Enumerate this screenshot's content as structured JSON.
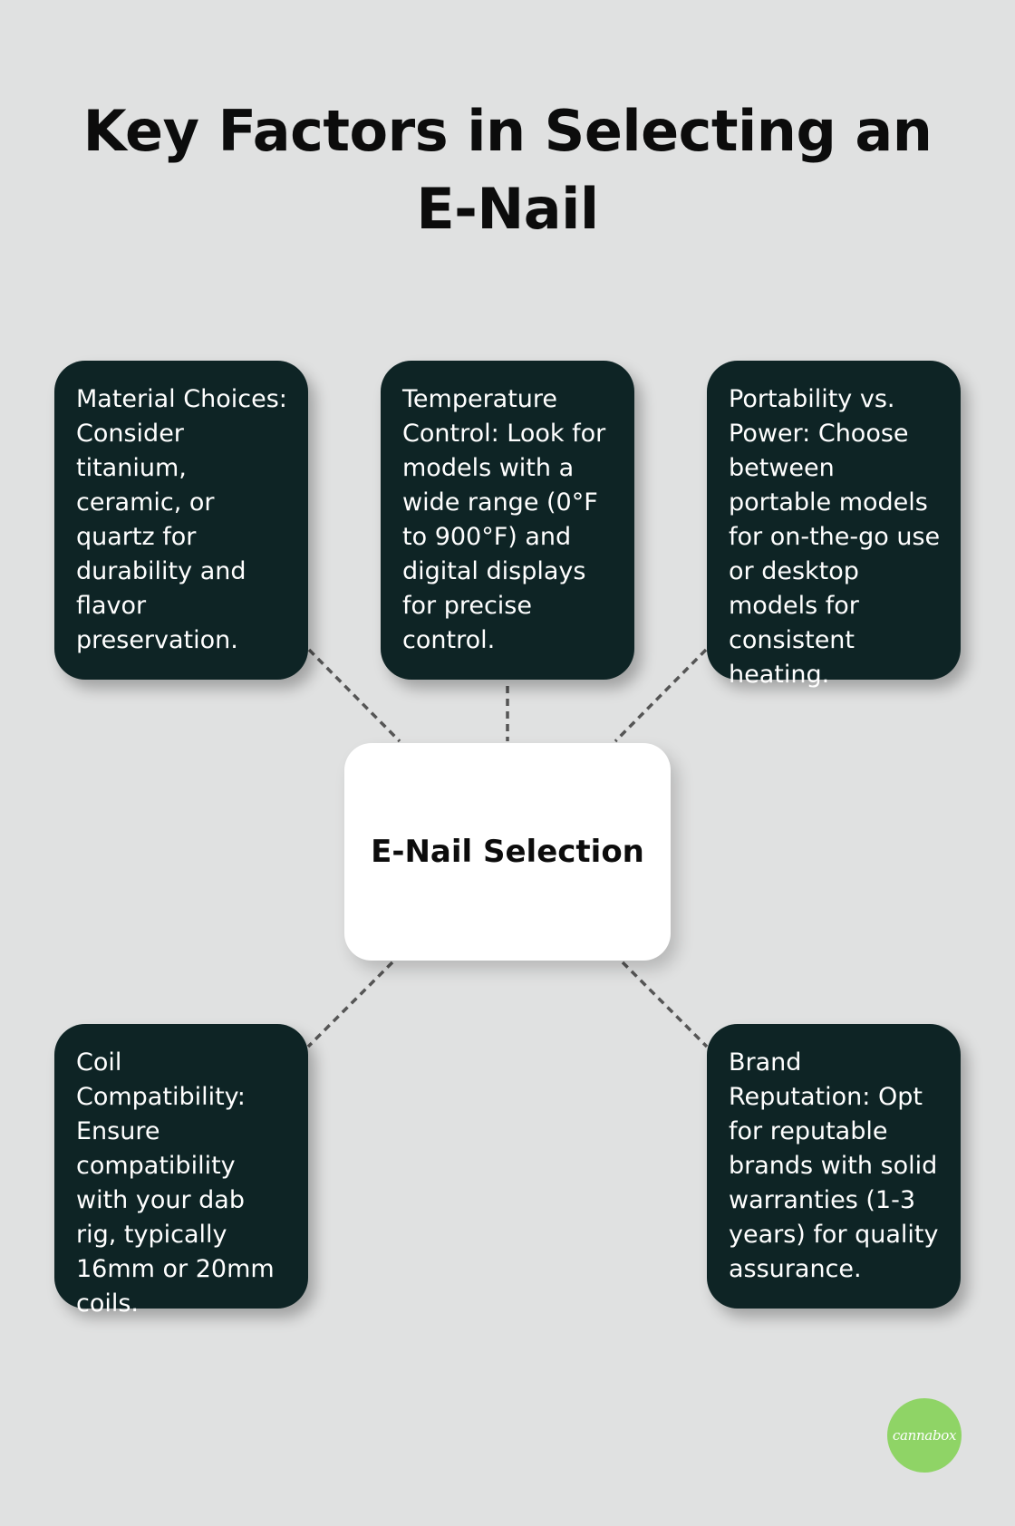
{
  "title": "Key Factors in Selecting an E-Nail",
  "center": {
    "label": "E-Nail Selection"
  },
  "factors": [
    {
      "text": "Material Choices: Consider titanium, ceramic, or quartz for durability and flavor preservation."
    },
    {
      "text": "Temperature Control: Look for models with a wide range (0°F to 900°F) and digital displays for precise control."
    },
    {
      "text": "Portability vs. Power: Choose between portable models for on-the-go use or desktop models for consistent heating."
    },
    {
      "text": "Coil Compatibility: Ensure compatibility with your dab rig, typically 16mm or 20mm coils."
    },
    {
      "text": "Brand Reputation: Opt for reputable brands with solid warranties (1-3 years) for quality assurance."
    }
  ],
  "logo": {
    "text": "cannabox"
  },
  "colors": {
    "background": "#e0e1e1",
    "card": "#0e2425",
    "card_text": "#ffffff",
    "center_box": "#ffffff",
    "connector": "#555555",
    "logo": "#8fd466"
  }
}
